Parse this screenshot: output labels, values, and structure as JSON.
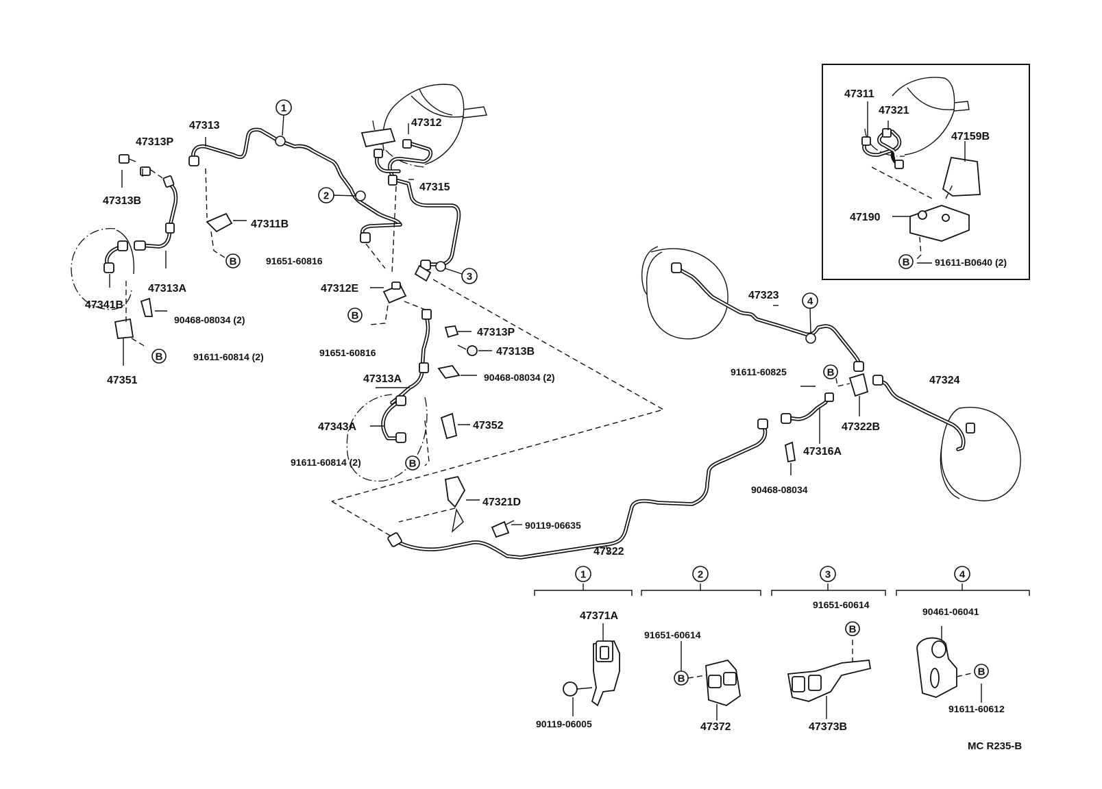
{
  "labels": {
    "p47313": "47313",
    "p47313P_left": "47313P",
    "p47313B_left": "47313B",
    "p47311B": "47311B",
    "p91651_60816_left": "91651-60816",
    "p47313A_left": "47313A",
    "p47341B": "47341B",
    "p90468_08034_2_left": "90468-08034 (2)",
    "p91611_60814_2_left": "91611-60814 (2)",
    "p47351": "47351",
    "p47312": "47312",
    "p47315": "47315",
    "p47312E": "47312E",
    "p91651_60816_mid": "91651-60816",
    "p47313P_mid": "47313P",
    "p47313B_mid": "47313B",
    "p47313A_mid": "47313A",
    "p90468_08034_2_mid": "90468-08034 (2)",
    "p47343A": "47343A",
    "p47352": "47352",
    "p91611_60814_2_mid": "91611-60814 (2)",
    "p47321D": "47321D",
    "p90119_06635": "90119-06635",
    "p47322": "47322",
    "p47323": "47323",
    "p91611_60825": "91611-60825",
    "p47324": "47324",
    "p47322B": "47322B",
    "p47316A": "47316A",
    "p90468_08034": "90468-08034",
    "inset_47311": "47311",
    "inset_47321": "47321",
    "inset_47159B": "47159B",
    "inset_47190": "47190",
    "inset_91611_B0640": "91611-B0640 (2)",
    "d1_47371A": "47371A",
    "d1_90119_06005": "90119-06005",
    "d2_91651_60614": "91651-60614",
    "d2_47372": "47372",
    "d3_91651_60614": "91651-60614",
    "d3_47373B": "47373B",
    "d4_90461_06041": "90461-06041",
    "d4_91611_60612": "91611-60612",
    "footer_code": "MC  R235-B"
  },
  "callouts": {
    "c1": "1",
    "c2": "2",
    "c3": "3",
    "c4": "4",
    "bolt_symbol": "B"
  }
}
